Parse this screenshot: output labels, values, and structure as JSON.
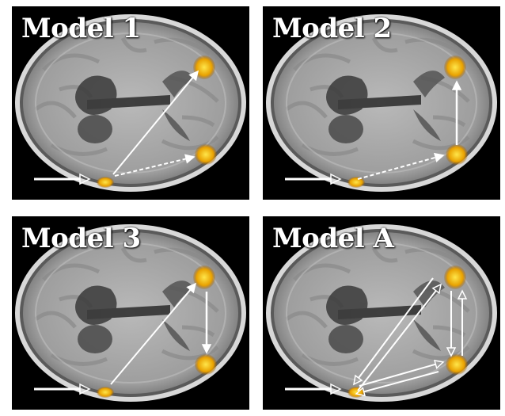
{
  "panels": [
    {
      "title": "Model 1",
      "model": "model-1"
    },
    {
      "title": "Model 2",
      "model": "model-2"
    },
    {
      "title": "Model 3",
      "model": "model-3"
    },
    {
      "title": "Model A",
      "model": "model-a"
    }
  ],
  "colors": {
    "activation_core": "#ffe64a",
    "activation_edge": "#e8a000",
    "arrow": "#ffffff",
    "background": "#000000"
  }
}
